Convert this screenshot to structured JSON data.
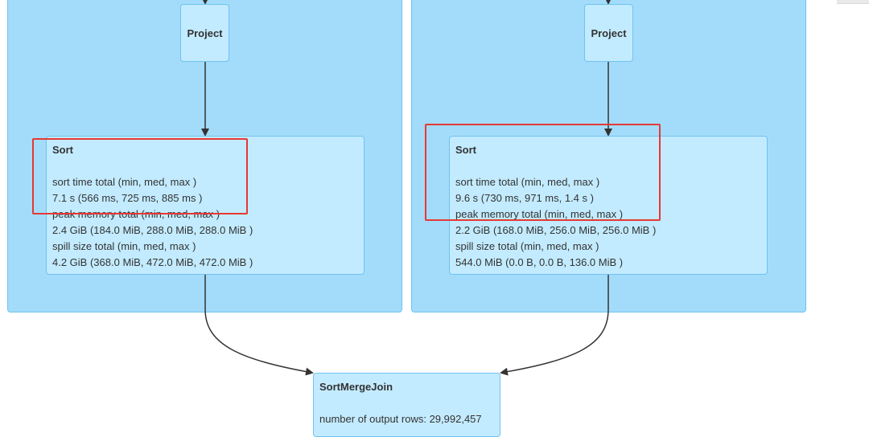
{
  "colors": {
    "cluster_fill": "#a3dcfa",
    "node_fill": "#c3ebff",
    "border": "#6fc2ef",
    "highlight": "#e53935",
    "edge": "#333333"
  },
  "left": {
    "project": {
      "title": "Project"
    },
    "sort": {
      "title": "Sort",
      "lines": [
        "sort time total (min, med, max )",
        "7.1 s (566 ms, 725 ms, 885 ms )",
        "peak memory total (min, med, max )",
        "2.4 GiB (184.0 MiB, 288.0 MiB, 288.0 MiB )",
        "spill size total (min, med, max )",
        "4.2 GiB (368.0 MiB, 472.0 MiB, 472.0 MiB )"
      ]
    }
  },
  "right": {
    "project": {
      "title": "Project"
    },
    "sort": {
      "title": "Sort",
      "lines": [
        "sort time total (min, med, max )",
        "9.6 s (730 ms, 971 ms, 1.4 s )",
        "peak memory total (min, med, max )",
        "2.2 GiB (168.0 MiB, 256.0 MiB, 256.0 MiB )",
        "spill size total (min, med, max )",
        "544.0 MiB (0.0 B, 0.0 B, 136.0 MiB )"
      ]
    }
  },
  "join": {
    "title": "SortMergeJoin",
    "lines": [
      "number of output rows: 29,992,457"
    ]
  }
}
